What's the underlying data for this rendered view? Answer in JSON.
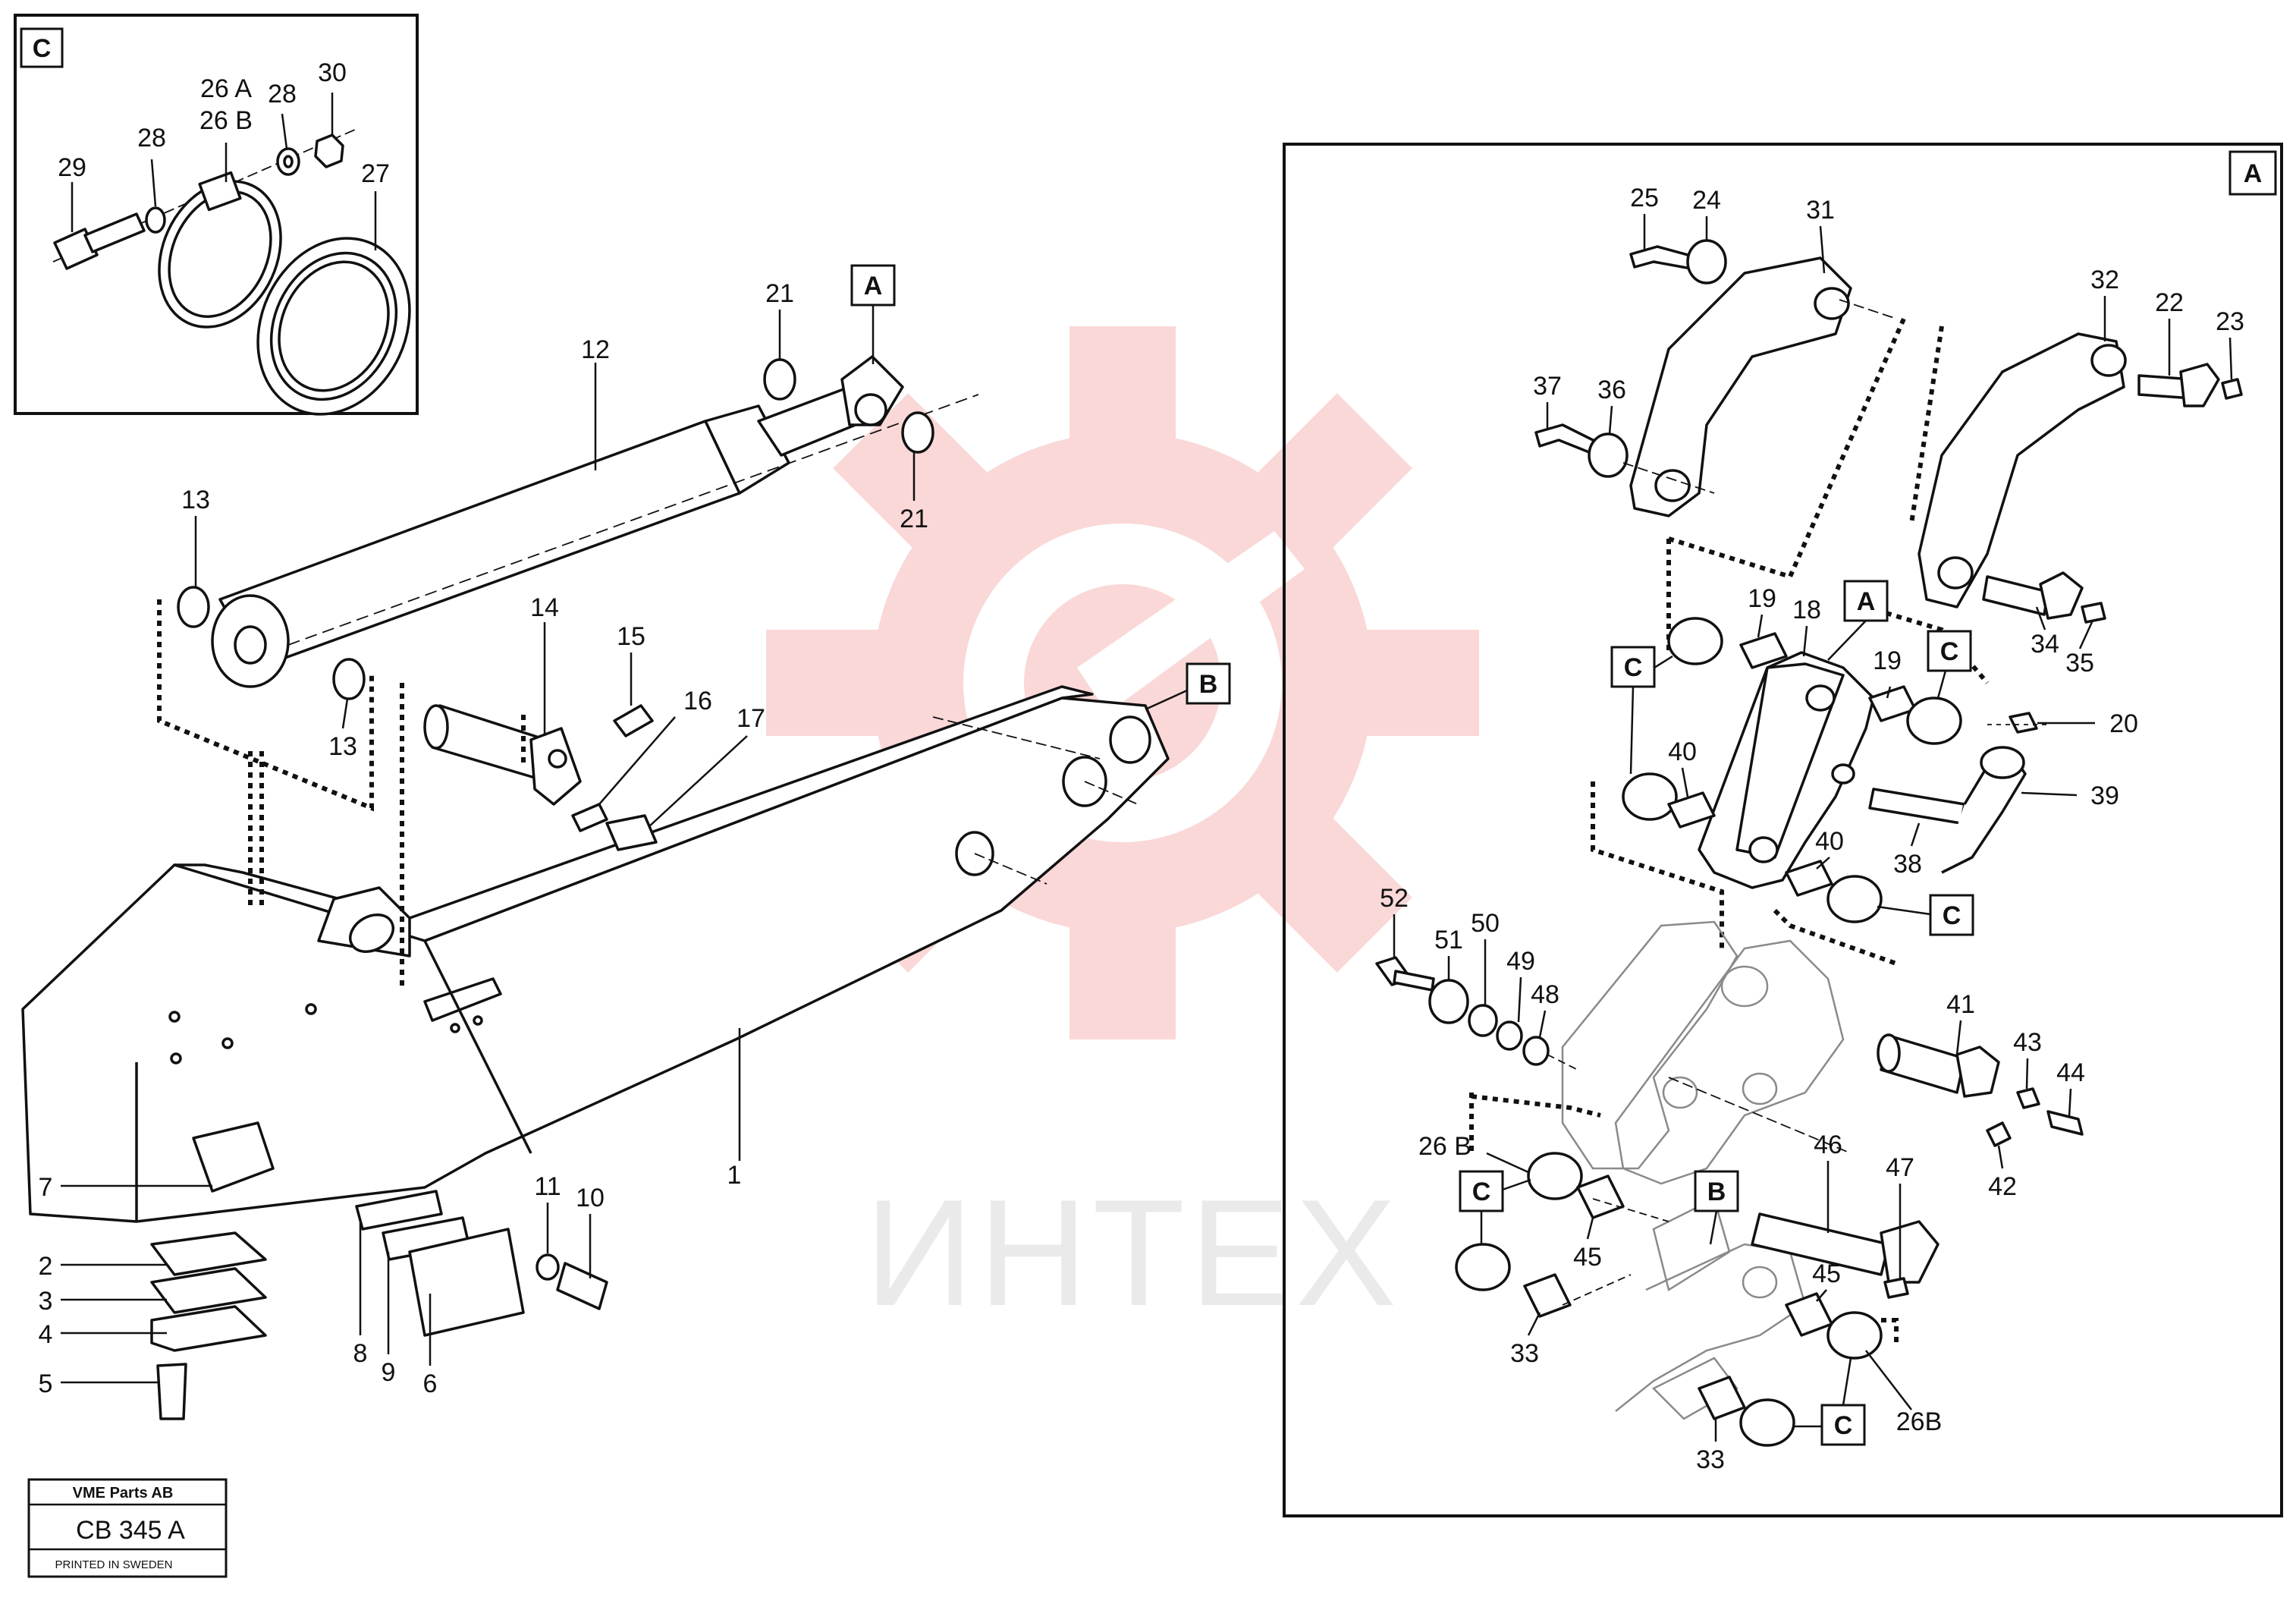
{
  "watermark": {
    "text": "ИНТЕХ",
    "color": "#f6b8b8"
  },
  "detail_c": {
    "box_label": "C",
    "labels": [
      "29",
      "28",
      "26 A",
      "26 B",
      "28",
      "30",
      "27"
    ]
  },
  "detail_a": {
    "box_label": "A",
    "labels": [
      "25",
      "24",
      "31",
      "37",
      "36",
      "32",
      "22",
      "23",
      "34",
      "35",
      "19",
      "18",
      "19",
      "20",
      "40",
      "39",
      "38",
      "40",
      "52",
      "51",
      "50",
      "49",
      "48",
      "41",
      "43",
      "44",
      "42",
      "26 B",
      "45",
      "46",
      "47",
      "45",
      "33",
      "33",
      "26B"
    ],
    "ref_boxes": [
      "C",
      "A",
      "C",
      "C",
      "C",
      "B",
      "C"
    ]
  },
  "main": {
    "labels": [
      "21",
      "12",
      "21",
      "13",
      "13",
      "14",
      "15",
      "16",
      "17",
      "1",
      "7",
      "2",
      "3",
      "4",
      "5",
      "8",
      "9",
      "6",
      "11",
      "10"
    ],
    "ref_boxes": [
      "A",
      "B"
    ]
  },
  "stamp": {
    "company": "VME Parts AB",
    "code": "CB 345 A",
    "printed": "PRINTED IN SWEDEN"
  }
}
